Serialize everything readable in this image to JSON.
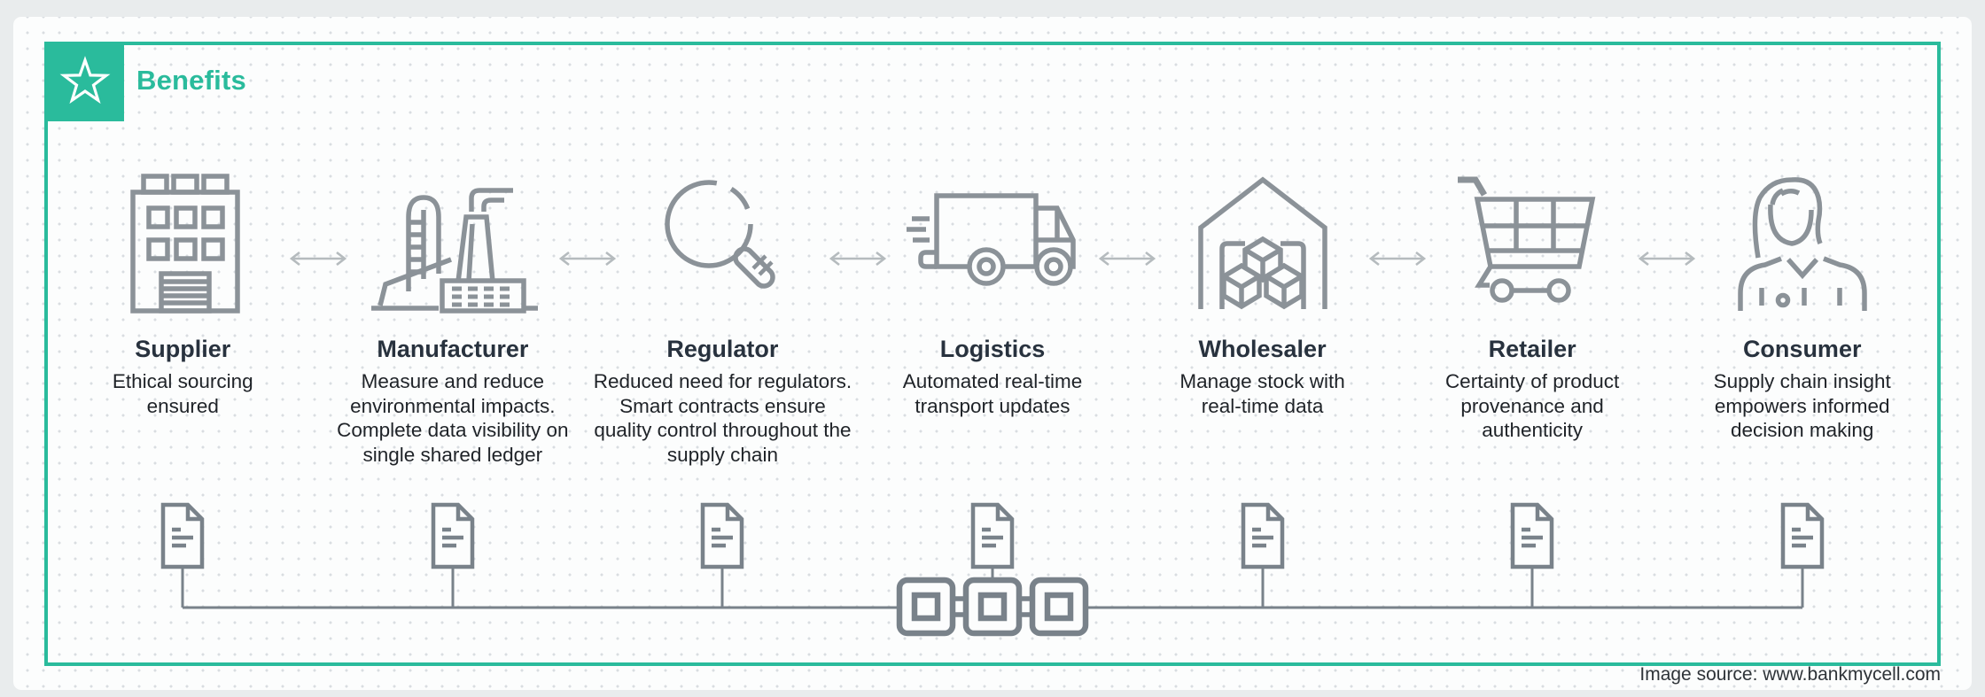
{
  "header": {
    "title": "Benefits",
    "icon": "star-icon"
  },
  "stages": [
    {
      "icon": "building-icon",
      "title": "Supplier",
      "description": "Ethical sourcing ensured"
    },
    {
      "icon": "factory-icon",
      "title": "Manufacturer",
      "description": "Measure and reduce environmental impacts. Complete data visibility on single shared ledger"
    },
    {
      "icon": "magnifier-icon",
      "title": "Regulator",
      "description": "Reduced need for regulators. Smart contracts ensure quality control throughout the supply chain"
    },
    {
      "icon": "truck-icon",
      "title": "Logistics",
      "description": "Automated real-time transport updates"
    },
    {
      "icon": "warehouse-icon",
      "title": "Wholesaler",
      "description": "Manage stock with real-time data"
    },
    {
      "icon": "cart-icon",
      "title": "Retailer",
      "description": "Certainty of product provenance and authenticity"
    },
    {
      "icon": "person-icon",
      "title": "Consumer",
      "description": "Supply chain insight empowers informed decision making"
    }
  ],
  "connections": {
    "arrow_icon": "double-arrow-icon",
    "document_icon": "document-icon",
    "hub_icon": "blockchain-icon"
  },
  "footer": {
    "caption": "Image source: www.bankmycell.com"
  },
  "colors": {
    "accent": "#2abb9c",
    "icon_gray": "#8b9298",
    "connector_gray": "#79828a",
    "heading": "#28323e",
    "body_text": "#1f2328",
    "arrow_gray": "#b5bbbe",
    "page_bg": "#e9eced",
    "panel_bg": "#fcfdfd"
  }
}
